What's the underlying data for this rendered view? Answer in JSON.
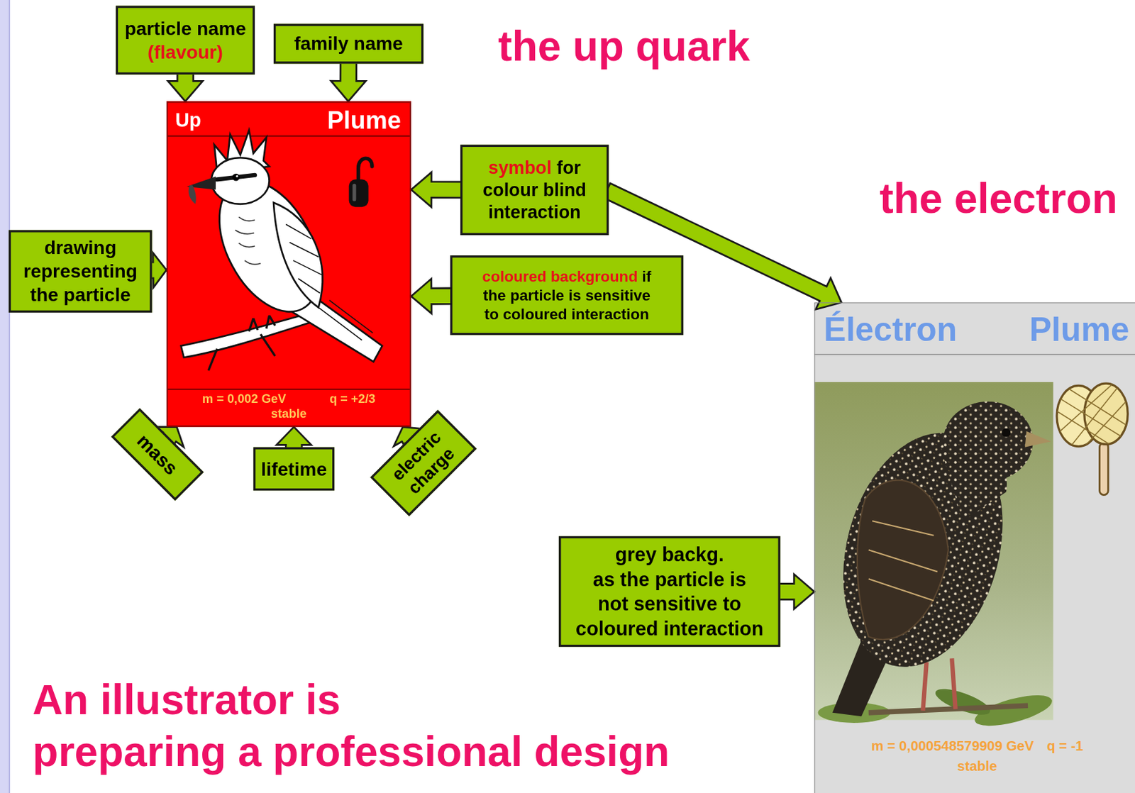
{
  "diagram": {
    "title": "An illustrator is preparing a professional design",
    "nodes": [
      {
        "text": [
          "particle name",
          "(flavour)"
        ]
      },
      {
        "text": [
          "family name"
        ]
      },
      {
        "text": [
          "Up",
          "Plume",
          "m = 0,002 GeV",
          "q = +2/3",
          "stable"
        ]
      },
      {
        "text": [
          "symbol",
          "for colour blind interaction"
        ]
      },
      {
        "text": [
          "drawing representing the particle"
        ]
      },
      {
        "text": [
          "coloured background",
          "if the particle is sensitive to coloured interaction"
        ]
      },
      {
        "text": [
          "mass"
        ]
      },
      {
        "text": [
          "lifetime"
        ]
      },
      {
        "text": [
          "electric charge"
        ]
      },
      {
        "text": [
          "Électron",
          "Plume",
          "m = 0,000548579909 GeV",
          "q = -1",
          "stable"
        ]
      },
      {
        "text": [
          "grey backg. as the particle is not sensitive to coloured interaction"
        ]
      }
    ],
    "edges": [
      {
        "from": 0,
        "to": 2,
        "arrow": "to"
      },
      {
        "from": 1,
        "to": 2,
        "arrow": "to"
      },
      {
        "from": 3,
        "to": 2,
        "arrow": "to"
      },
      {
        "from": 3,
        "to": 9,
        "arrow": "to"
      },
      {
        "from": 4,
        "to": 2,
        "arrow": "to"
      },
      {
        "from": 5,
        "to": 2,
        "arrow": "to"
      },
      {
        "from": 6,
        "to": 2,
        "arrow": "to"
      },
      {
        "from": 7,
        "to": 2,
        "arrow": "to"
      },
      {
        "from": 8,
        "to": 2,
        "arrow": "to"
      },
      {
        "from": 10,
        "to": 9,
        "arrow": "to"
      }
    ],
    "labels": [
      "the up quark",
      "the electron"
    ]
  }
}
